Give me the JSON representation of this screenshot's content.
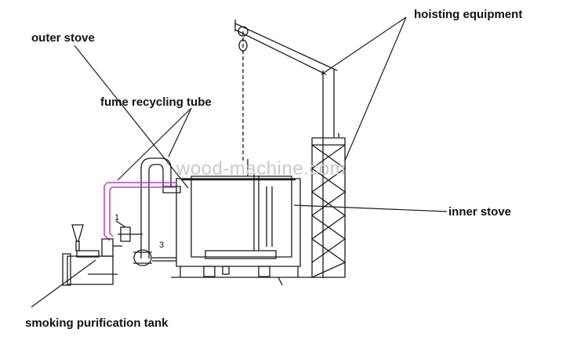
{
  "labels": {
    "hoisting_equipment": "hoisting equipment",
    "outer_stove": "outer stove",
    "fume_recycling_tube": "fume recycling tube",
    "inner_stove": "inner stove",
    "smoking_purification_tank": "smoking purification tank"
  },
  "markers": {
    "one": "1",
    "three": "3"
  },
  "watermark": "wood-machine.com",
  "colors": {
    "line": "#1a1a1a",
    "pipe_highlight": "#c23fc2",
    "watermark": "#c9c9c9"
  }
}
